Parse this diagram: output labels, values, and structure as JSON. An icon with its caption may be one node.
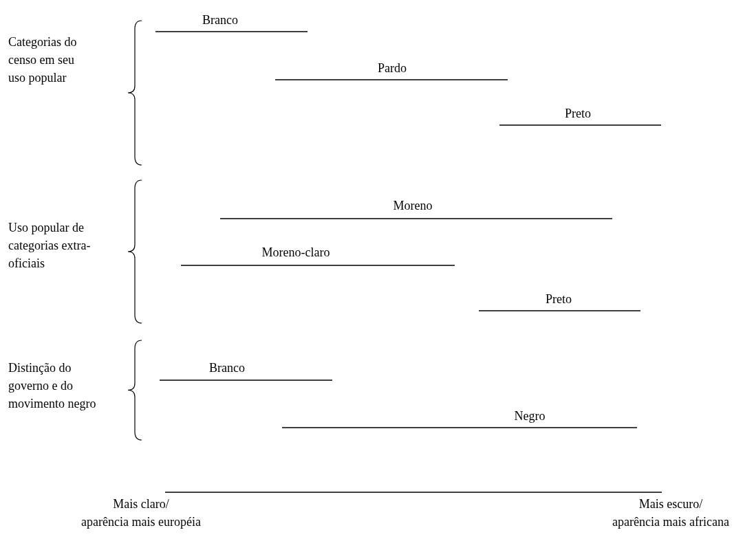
{
  "diagram": {
    "labels": [
      "Categorias do censo em seu uso popular",
      "Branco",
      "Pardo",
      "Preto",
      "Uso popular de categorias extra-oficiais",
      "Moreno",
      "Moreno-claro",
      "Preto",
      "Distinção do governo e do movimento negro",
      "Branco",
      "Negro",
      "Mais claro/ aparência mais européia",
      "Mais escuro/ aparência mais africana"
    ]
  }
}
